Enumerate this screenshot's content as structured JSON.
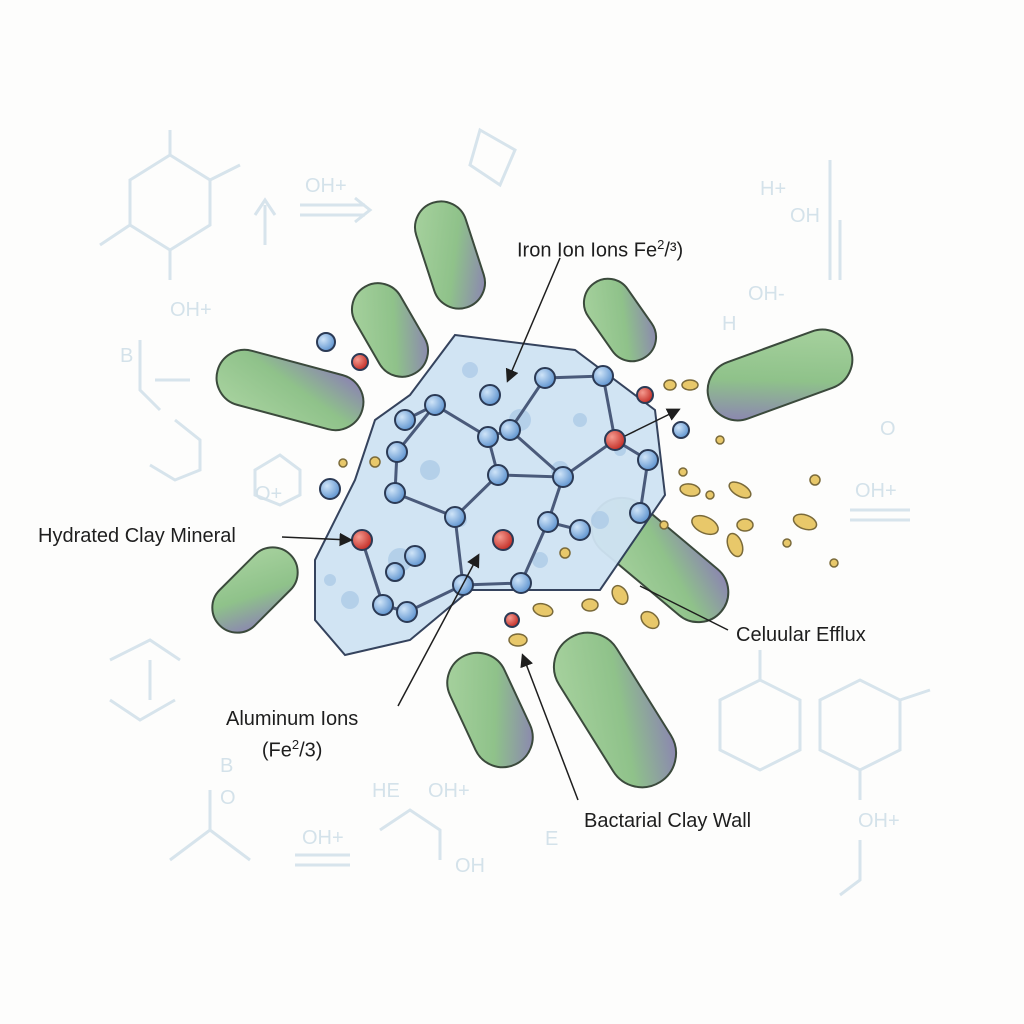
{
  "labels": {
    "iron": {
      "text": "Iron Ion Ions Fe",
      "sup": "2",
      "tail": "/³)"
    },
    "hydrated": {
      "text": "Hydrated Clay Mineral"
    },
    "efflux": {
      "text": "Celuular Efflux"
    },
    "aluminum": {
      "line1": "Aluminum Ions",
      "line2_a": "(Fe",
      "line2_sup": "2",
      "line2_b": "/3)"
    },
    "wall": {
      "text": "Bactarial Clay Wall"
    }
  },
  "background_text": [
    "OH+",
    "OH+",
    "H+",
    "OH",
    "OH-",
    "H",
    "B",
    "O+",
    "O",
    "OH+",
    "B",
    "O",
    "HE",
    "OH+",
    "OH+",
    "OH",
    "E",
    "OH+"
  ],
  "colors": {
    "clay": "#cfe3f3",
    "clay_edge": "#2b3a55",
    "aluminum_ion": "#7fb0e0",
    "iron_ion": "#d23a32",
    "bacteria_green": "#8fc28a",
    "bacteria_purple": "#8b7bb8",
    "efflux_particle": "#e8c86a",
    "background_chem": "#d4e2ea"
  }
}
